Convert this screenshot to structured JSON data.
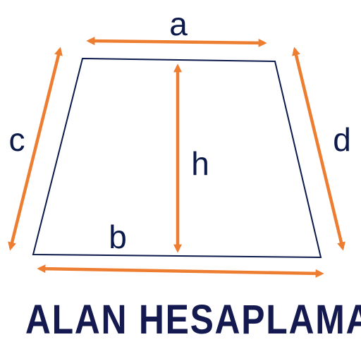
{
  "labels": {
    "top_side": "a",
    "bottom_side": "b",
    "left_side": "c",
    "right_side": "d",
    "height": "h"
  },
  "title": "ALAN HESAPLAMA",
  "colors": {
    "outline": "#0b1a4a",
    "arrow": "#ed7d31",
    "text": "#0b1a4a",
    "title": "#14194f",
    "background": "#ffffff"
  }
}
